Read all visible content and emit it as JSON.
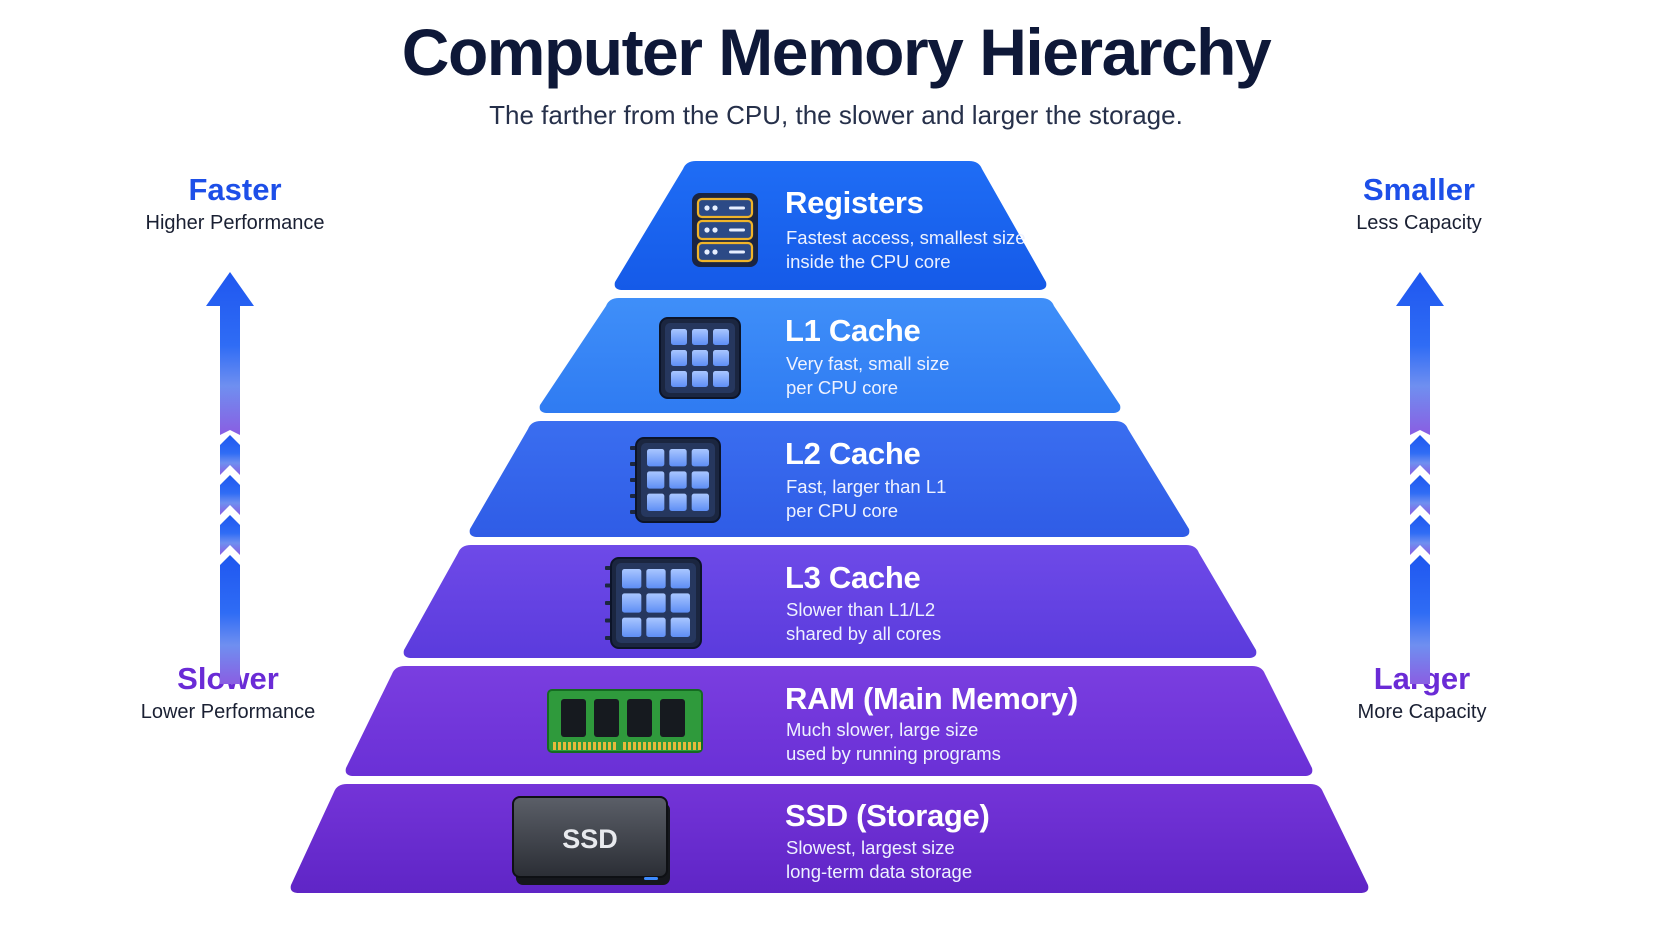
{
  "title": "Computer Memory Hierarchy",
  "subtitle": "The farther from the CPU, the slower and larger the storage.",
  "left_axis": {
    "top_heading": "Faster",
    "top_sub": "Higher Performance",
    "bottom_heading": "Slower",
    "bottom_sub": "Lower Performance"
  },
  "right_axis": {
    "top_heading": "Smaller",
    "top_sub": "Less Capacity",
    "bottom_heading": "Larger",
    "bottom_sub": "More Capacity"
  },
  "tiers": [
    {
      "name": "Registers",
      "desc1": "Fastest access, smallest size",
      "desc2": "inside the CPU core",
      "icon": "server-rack-icon",
      "color_top": "#1f6df5",
      "color_bottom": "#155ae8"
    },
    {
      "name": "L1 Cache",
      "desc1": "Very fast, small size",
      "desc2": "per CPU core",
      "icon": "cache-chip-icon",
      "color_top": "#3f8ff9",
      "color_bottom": "#2f7bf2"
    },
    {
      "name": "L2 Cache",
      "desc1": "Fast, larger than L1",
      "desc2": "per CPU core",
      "icon": "cache-chip-icon",
      "color_top": "#3a6ef0",
      "color_bottom": "#2f5ce6"
    },
    {
      "name": "L3 Cache",
      "desc1": "Slower than L1/L2",
      "desc2": "shared by all cores",
      "icon": "cache-chip-icon",
      "color_top": "#6e4ae8",
      "color_bottom": "#5b3bdd"
    },
    {
      "name": "RAM (Main Memory)",
      "desc1": "Much slower, large size",
      "desc2": "used by running programs",
      "icon": "ram-module-icon",
      "color_top": "#7a3ee0",
      "color_bottom": "#6a30d6"
    },
    {
      "name": "SSD (Storage)",
      "desc1": "Slowest, largest size",
      "desc2": "long-term data storage",
      "icon": "ssd-drive-icon",
      "ssd_label": "SSD",
      "color_top": "#7434d8",
      "color_bottom": "#5f25c6"
    }
  ],
  "colors": {
    "blue_accent": "#1d4fe8",
    "purple_accent": "#6a2bd6",
    "title": "#0e1838"
  }
}
